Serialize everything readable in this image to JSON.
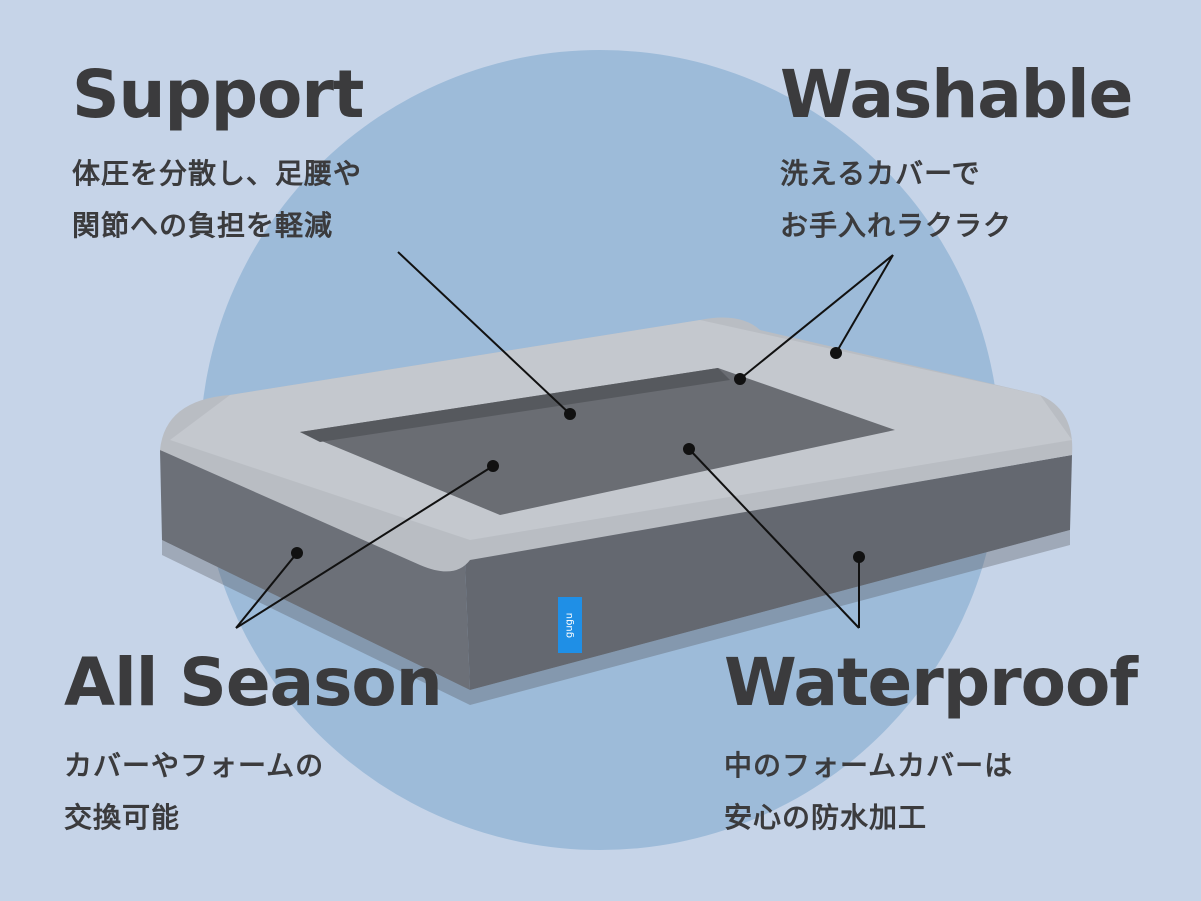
{
  "features": {
    "support": {
      "title": "Support",
      "line1": "体圧を分散し、足腰や",
      "line2": "関節への負担を軽減"
    },
    "washable": {
      "title": "Washable",
      "line1": "洗えるカバーで",
      "line2": "お手入れラクラク"
    },
    "all_season": {
      "title": "All Season",
      "line1": "カバーやフォームの",
      "line2": "交換可能"
    },
    "waterproof": {
      "title": "Waterproof",
      "line1": "中のフォームカバーは",
      "line2": "安心の防水加工"
    }
  },
  "product": {
    "brand_tag": "gugu",
    "brand_color": "#1f8fe6"
  },
  "colors": {
    "background": "#c6d4e8",
    "circle": "#9dbbd9",
    "text": "#3b3b3d",
    "bolster": "#b8bcc2",
    "side": "#6c7078",
    "cushion": "#6a6d73"
  }
}
